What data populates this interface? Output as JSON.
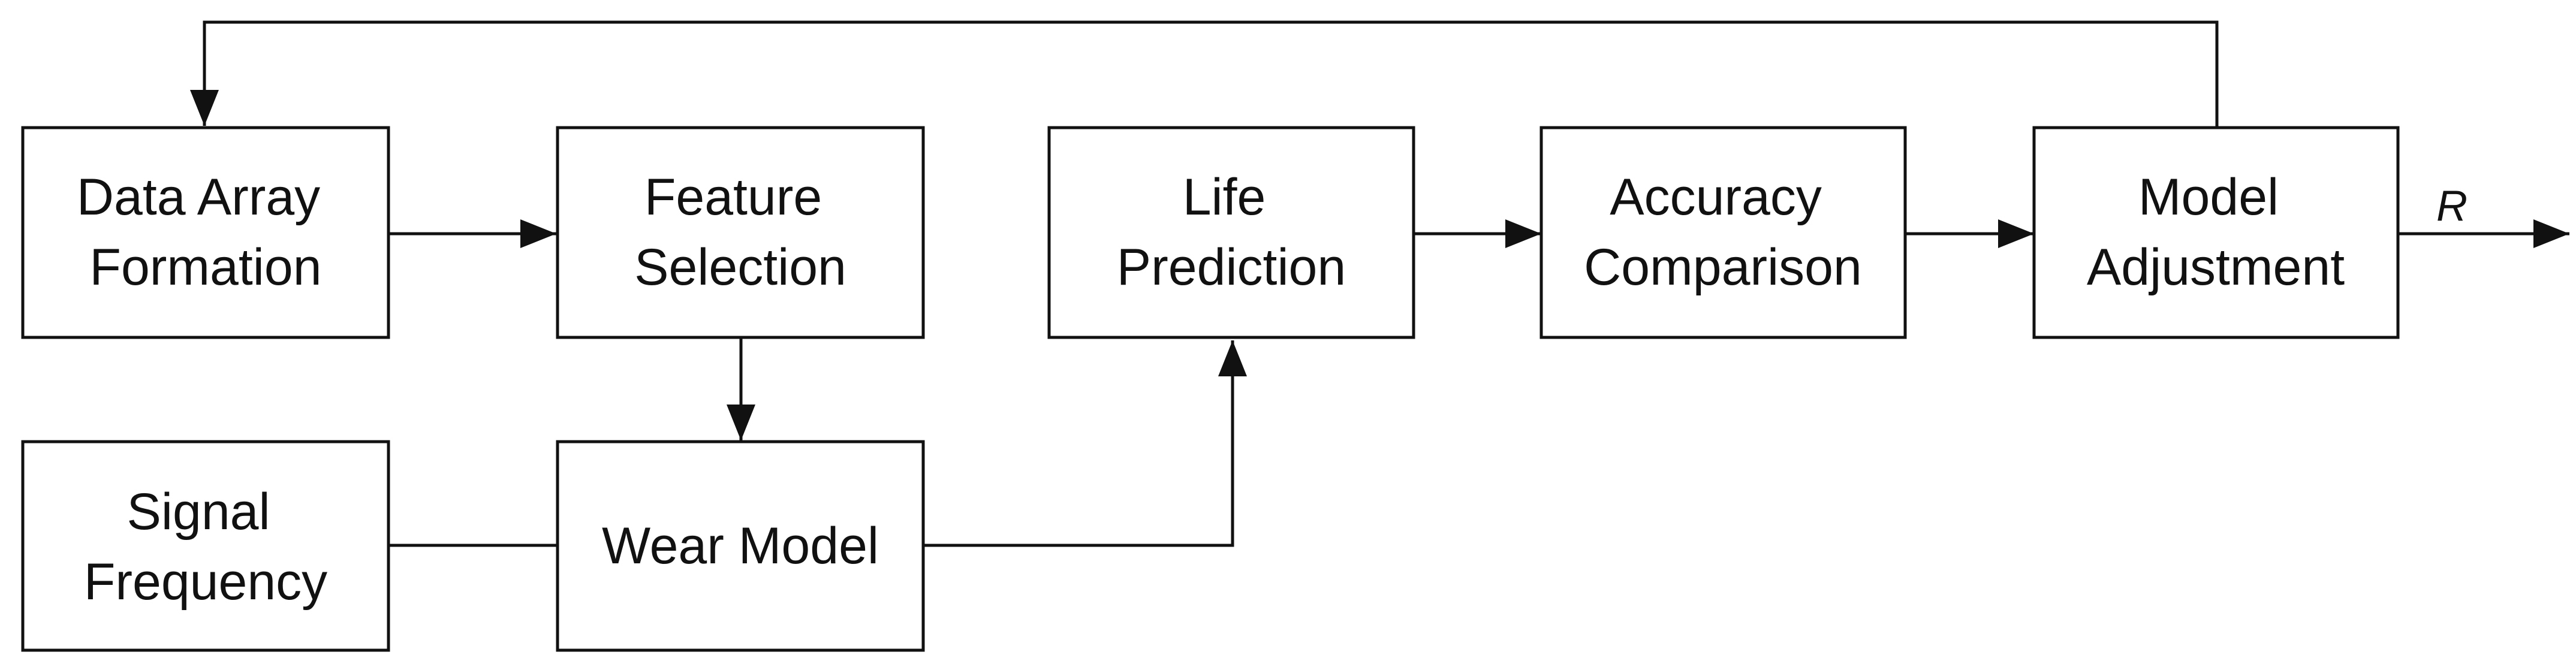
{
  "diagram": {
    "nodes": [
      {
        "id": "data-array-formation",
        "lines": [
          "Data Array",
          "Formation"
        ]
      },
      {
        "id": "feature-selection",
        "lines": [
          "Feature",
          "Selection"
        ]
      },
      {
        "id": "life-prediction",
        "lines": [
          "Life",
          "Prediction"
        ]
      },
      {
        "id": "accuracy-comparison",
        "lines": [
          "Accuracy",
          "Comparison"
        ]
      },
      {
        "id": "model-adjustment",
        "lines": [
          "Model",
          "Adjustment"
        ]
      },
      {
        "id": "signal-frequency",
        "lines": [
          "Signal",
          "Frequency"
        ]
      },
      {
        "id": "wear-model",
        "lines": [
          "Wear Model"
        ]
      }
    ],
    "edges": [
      {
        "from": "data-array-formation",
        "to": "feature-selection",
        "arrow": true
      },
      {
        "from": "feature-selection",
        "to": "wear-model",
        "arrow": true
      },
      {
        "from": "signal-frequency",
        "to": "wear-model",
        "arrow": false
      },
      {
        "from": "wear-model",
        "to": "life-prediction",
        "arrow": true
      },
      {
        "from": "life-prediction",
        "to": "accuracy-comparison",
        "arrow": true
      },
      {
        "from": "accuracy-comparison",
        "to": "model-adjustment",
        "arrow": true
      },
      {
        "from": "model-adjustment",
        "to": "data-array-formation",
        "arrow": true,
        "route": "feedback-over-top"
      }
    ],
    "output": {
      "from": "model-adjustment",
      "label": "R"
    }
  }
}
